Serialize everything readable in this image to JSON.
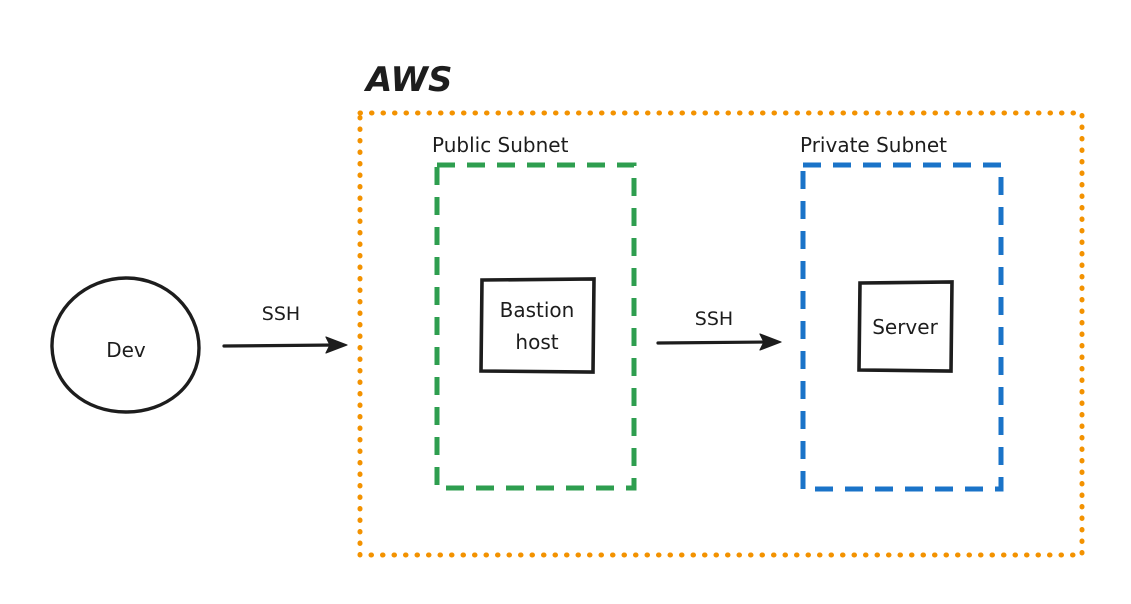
{
  "diagram": {
    "title": "AWS",
    "type": "network-architecture",
    "background": "#ffffff"
  },
  "colors": {
    "aws_boundary": "#f39200",
    "public_subnet": "#2e9e4f",
    "private_subnet": "#1a73c8",
    "stroke": "#1d1d1d",
    "fill": "#ffffff"
  },
  "containers": {
    "aws": {
      "label": "AWS",
      "border_style": "dotted",
      "border_color": "#f39200"
    },
    "public_subnet": {
      "label": "Public Subnet",
      "border_style": "dashed",
      "border_color": "#2e9e4f"
    },
    "private_subnet": {
      "label": "Private Subnet",
      "border_style": "dashed",
      "border_color": "#1a73c8"
    }
  },
  "nodes": {
    "dev": {
      "label": "Dev",
      "shape": "circle"
    },
    "bastion": {
      "label_line1": "Bastion",
      "label_line2": "host",
      "shape": "rectangle"
    },
    "server": {
      "label": "Server",
      "shape": "rectangle"
    }
  },
  "edges": [
    {
      "label": "SSH",
      "from": "dev",
      "to": "public_subnet"
    },
    {
      "label": "SSH",
      "from": "bastion",
      "to": "private_subnet"
    }
  ],
  "edge_labels": {
    "first": "SSH",
    "second": "SSH"
  }
}
